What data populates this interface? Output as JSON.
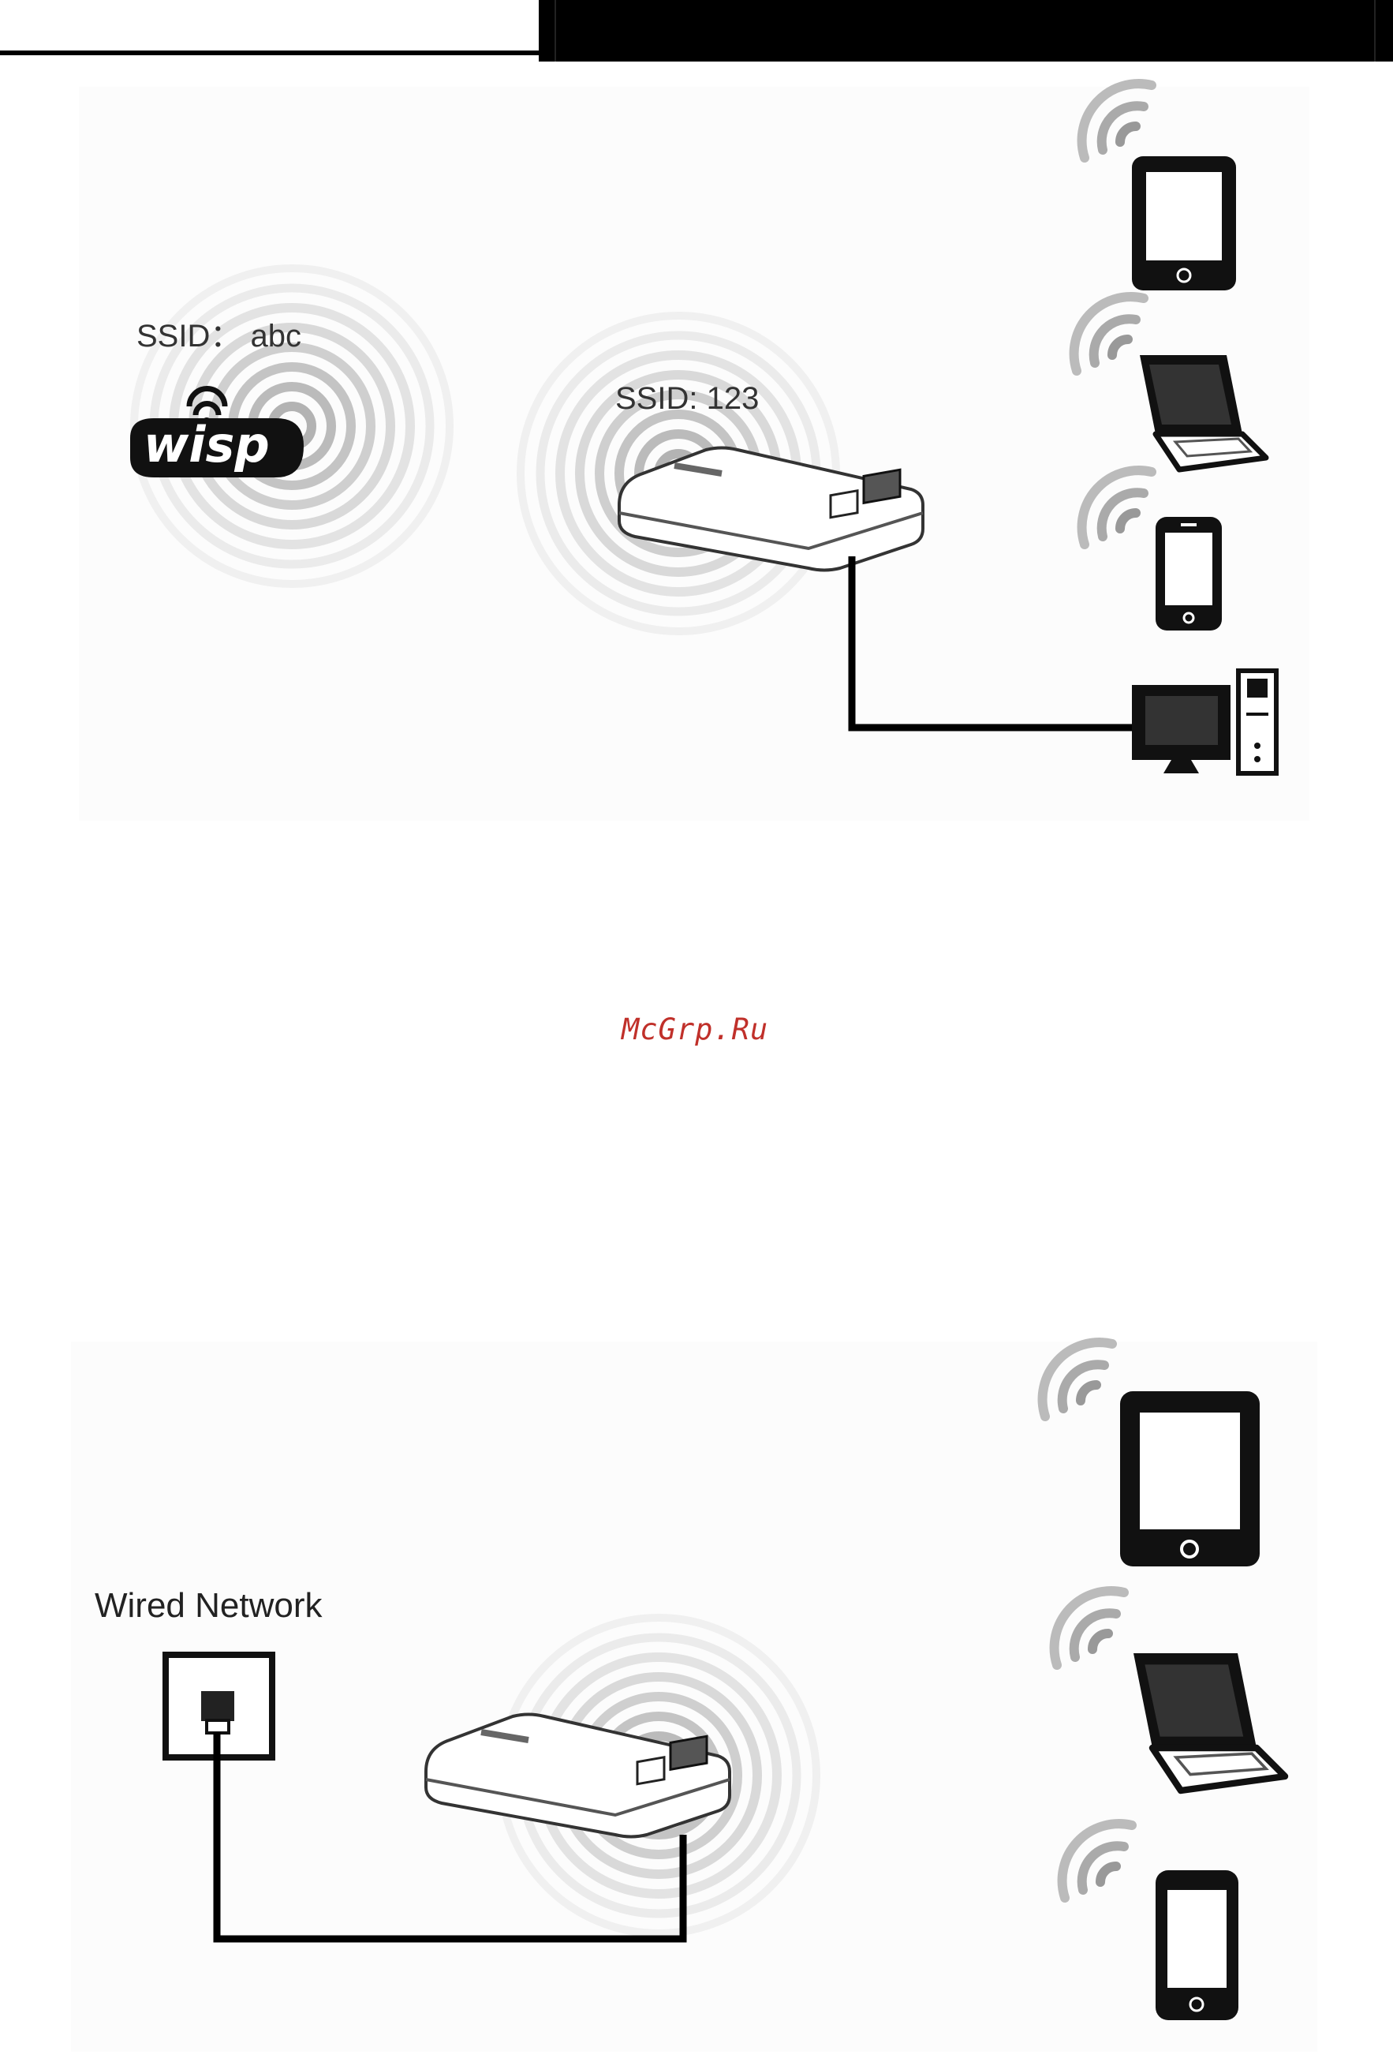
{
  "diagram1": {
    "wisp_ssid_label": "SSID： abc",
    "wisp_logo_text": "wisp",
    "router_ssid_label": "SSID: 123",
    "clients": [
      "tablet-icon",
      "laptop-icon",
      "smartphone-icon",
      "desktop-pc-icon"
    ]
  },
  "watermark": "McGrp.Ru",
  "diagram2": {
    "wired_label": "Wired Network",
    "clients": [
      "tablet-icon",
      "laptop-icon",
      "smartphone-icon"
    ]
  },
  "colors": {
    "header": "#000000",
    "watermark": "#c0302a",
    "ring": "#cccccc",
    "wifi_arc": "#999999"
  }
}
